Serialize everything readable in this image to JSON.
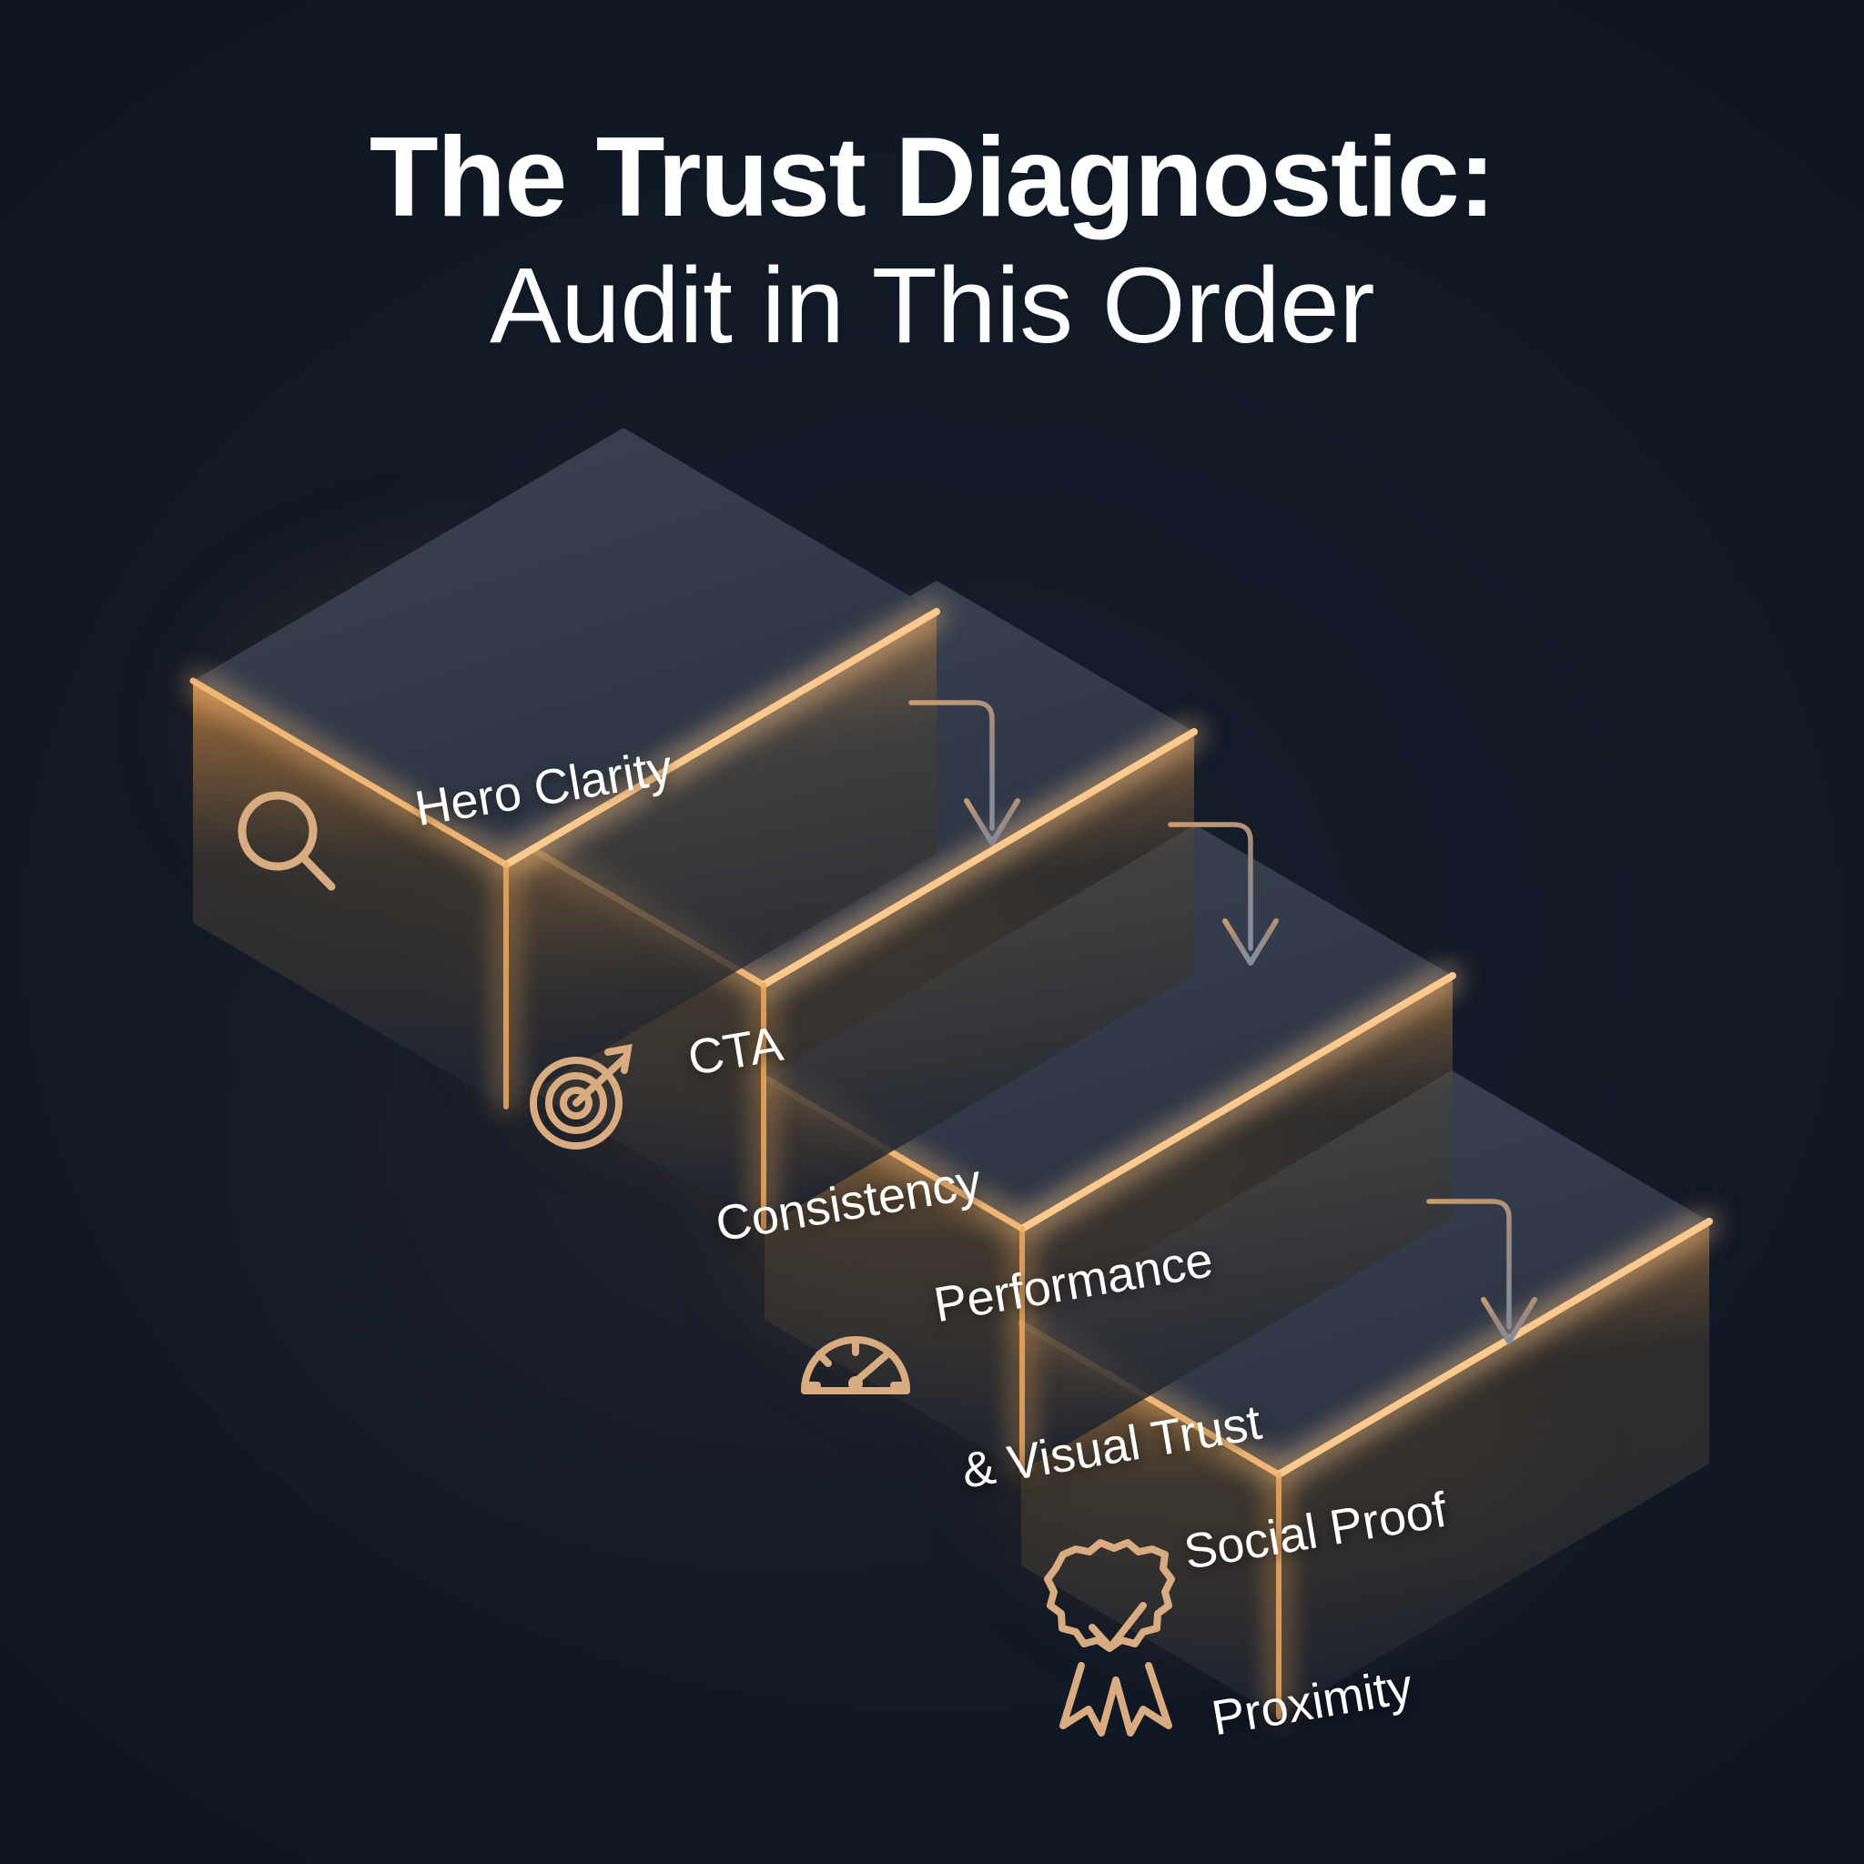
{
  "title": {
    "line1": "The Trust Diagnostic:",
    "line2": "Audit in This Order"
  },
  "colors": {
    "background": "#131a29",
    "step_top_face": "#333b4a",
    "step_side_face": "#222b3a",
    "glow_edge": "#f5b169",
    "glow_edge_bright": "#ffd09b",
    "icon": "#d7a97f",
    "connector_start": "#c09066",
    "connector_end": "#8d93a3",
    "label_text": "#ffffff"
  },
  "steps": [
    {
      "order": 1,
      "label": "Hero Clarity",
      "label_lines": [
        "Hero Clarity"
      ],
      "icon": "search-icon"
    },
    {
      "order": 2,
      "label": "CTA Consistency",
      "label_lines": [
        "CTA",
        "Consistency"
      ],
      "icon": "target-icon"
    },
    {
      "order": 3,
      "label": "Performance & Visual Trust",
      "label_lines": [
        "Performance",
        "& Visual Trust"
      ],
      "icon": "gauge-icon"
    },
    {
      "order": 4,
      "label": "Social Proof Proximity",
      "label_lines": [
        "Social Proof",
        "Proximity"
      ],
      "icon": "award-badge-icon"
    }
  ],
  "connectors": [
    {
      "from": "Hero Clarity",
      "to": "CTA Consistency",
      "shape": "elbow-down-arrow"
    },
    {
      "from": "CTA Consistency",
      "to": "Performance & Visual Trust",
      "shape": "elbow-down-arrow"
    },
    {
      "from": "Performance & Visual Trust",
      "to": "Social Proof Proximity",
      "shape": "elbow-down-arrow"
    }
  ]
}
